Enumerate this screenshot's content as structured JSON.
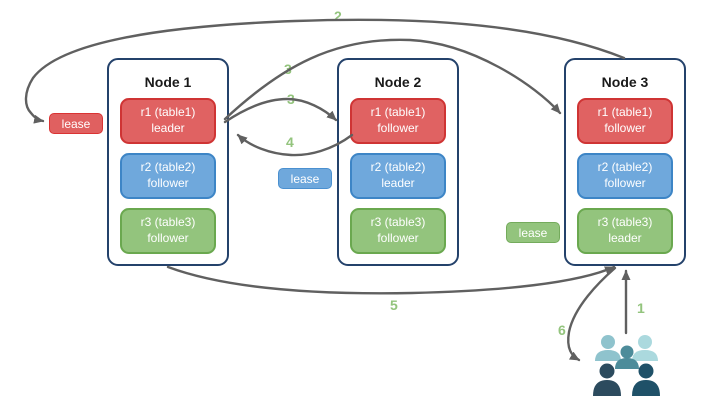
{
  "diagram": {
    "nodes": [
      {
        "title": "Node 1",
        "replicas": [
          {
            "name": "r1 (table1)",
            "role": "leader",
            "color": "#e06262"
          },
          {
            "name": "r2 (table2)",
            "role": "follower",
            "color": "#6fa8dc"
          },
          {
            "name": "r3 (table3)",
            "role": "follower",
            "color": "#93c47d"
          }
        ]
      },
      {
        "title": "Node 2",
        "replicas": [
          {
            "name": "r1 (table1)",
            "role": "follower",
            "color": "#e06262"
          },
          {
            "name": "r2 (table2)",
            "role": "leader",
            "color": "#6fa8dc"
          },
          {
            "name": "r3 (table3)",
            "role": "follower",
            "color": "#93c47d"
          }
        ]
      },
      {
        "title": "Node 3",
        "replicas": [
          {
            "name": "r1 (table1)",
            "role": "follower",
            "color": "#e06262"
          },
          {
            "name": "r2 (table2)",
            "role": "follower",
            "color": "#6fa8dc"
          },
          {
            "name": "r3 (table3)",
            "role": "leader",
            "color": "#93c47d"
          }
        ]
      }
    ],
    "leases": [
      {
        "label": "lease",
        "color": "#e06060"
      },
      {
        "label": "lease",
        "color": "#6fa8dc"
      },
      {
        "label": "lease",
        "color": "#93c47d"
      }
    ],
    "steps": {
      "s1": "1",
      "s2": "2",
      "s3a": "3",
      "s3b": "3",
      "s4": "4",
      "s5": "5",
      "s6": "6"
    },
    "icons": {
      "clients": "users-group-icon"
    },
    "colors": {
      "arrow": "#606060",
      "step_label": "#93c47d",
      "node_border": "#24426b",
      "people": [
        "#8fc3cd",
        "#abd9de",
        "#4d8c9a",
        "#2c4b5e",
        "#1f5168"
      ]
    }
  }
}
